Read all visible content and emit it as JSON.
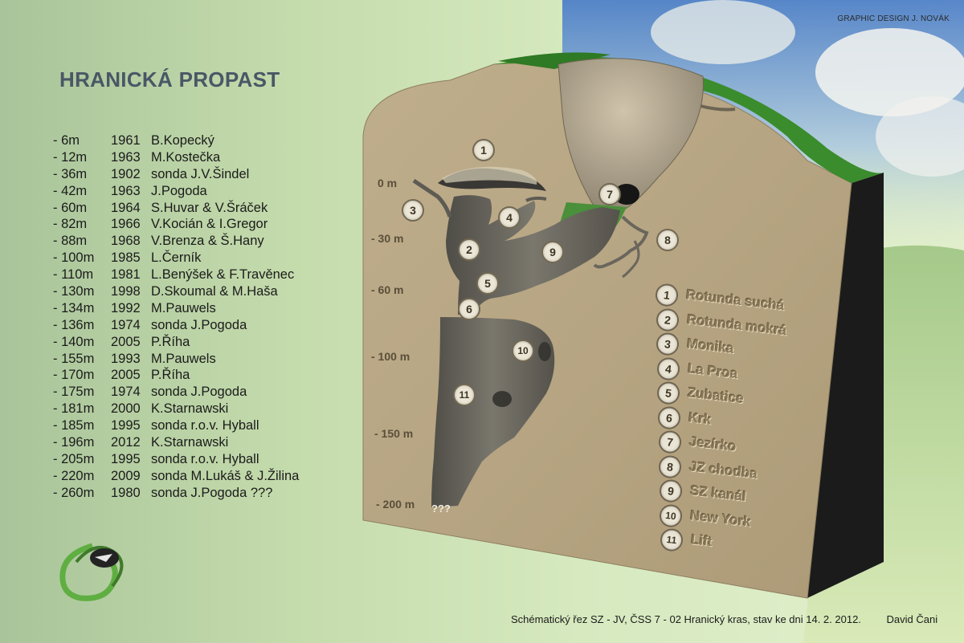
{
  "credit": "GRAPHIC DESIGN J. NOVÁK",
  "title": "HRANICKÁ PROPAST",
  "records": [
    {
      "depth": "- 6m",
      "year": "1961",
      "explorer": "B.Kopecký"
    },
    {
      "depth": "- 12m",
      "year": "1963",
      "explorer": "M.Kostečka"
    },
    {
      "depth": "- 36m",
      "year": "1902",
      "explorer": "sonda J.V.Šindel"
    },
    {
      "depth": "- 42m",
      "year": "1963",
      "explorer": "J.Pogoda"
    },
    {
      "depth": "- 60m",
      "year": "1964",
      "explorer": "S.Huvar & V.Šráček"
    },
    {
      "depth": "- 82m",
      "year": "1966",
      "explorer": "V.Kocián & I.Gregor"
    },
    {
      "depth": "- 88m",
      "year": "1968",
      "explorer": "V.Brenza & Š.Hany"
    },
    {
      "depth": "- 100m",
      "year": "1985",
      "explorer": "L.Černík"
    },
    {
      "depth": "- 110m",
      "year": "1981",
      "explorer": "L.Benýšek & F.Travěnec"
    },
    {
      "depth": "- 130m",
      "year": "1998",
      "explorer": "D.Skoumal & M.Haša"
    },
    {
      "depth": "- 134m",
      "year": "1992",
      "explorer": "M.Pauwels"
    },
    {
      "depth": "- 136m",
      "year": "1974",
      "explorer": "sonda J.Pogoda"
    },
    {
      "depth": "- 140m",
      "year": "2005",
      "explorer": "P.Říha"
    },
    {
      "depth": "- 155m",
      "year": "1993",
      "explorer": "M.Pauwels"
    },
    {
      "depth": "- 170m",
      "year": "2005",
      "explorer": "P.Říha"
    },
    {
      "depth": "- 175m",
      "year": "1974",
      "explorer": "sonda J.Pogoda"
    },
    {
      "depth": "- 181m",
      "year": "2000",
      "explorer": "K.Starnawski"
    },
    {
      "depth": "- 185m",
      "year": "1995",
      "explorer": "sonda r.o.v. Hyball"
    },
    {
      "depth": "- 196m",
      "year": "2012",
      "explorer": "K.Starnawski"
    },
    {
      "depth": "- 205m",
      "year": "1995",
      "explorer": "sonda r.o.v. Hyball"
    },
    {
      "depth": "- 220m",
      "year": "2009",
      "explorer": "sonda M.Lukáš & J.Žilina"
    },
    {
      "depth": "- 260m",
      "year": "1980",
      "explorer": "sonda J.Pogoda ???"
    }
  ],
  "depth_scale": [
    "0 m",
    "- 30 m",
    "- 60 m",
    "- 100 m",
    "- 150 m",
    "- 200 m"
  ],
  "bottom_marker": "???",
  "legend": [
    {
      "num": "1",
      "name": "Rotunda suchá"
    },
    {
      "num": "2",
      "name": "Rotunda mokrá"
    },
    {
      "num": "3",
      "name": "Monika"
    },
    {
      "num": "4",
      "name": "La Proa"
    },
    {
      "num": "5",
      "name": "Zubatice"
    },
    {
      "num": "6",
      "name": "Krk"
    },
    {
      "num": "7",
      "name": "Jezírko"
    },
    {
      "num": "8",
      "name": "JZ chodba"
    },
    {
      "num": "9",
      "name": "SZ kanál"
    },
    {
      "num": "10",
      "name": "New York"
    },
    {
      "num": "11",
      "name": "Lift"
    }
  ],
  "footer": {
    "caption": "Schématický řez SZ - JV, ČSS 7 - 02 Hranický kras, stav ke dni 14. 2. 2012.",
    "author": "David Čani"
  },
  "colors": {
    "rock": "#b8a683",
    "rock_side": "#1e1e1e",
    "grass": "#3f8f31",
    "cave": "#6e6b62",
    "title": "#4a5766"
  }
}
